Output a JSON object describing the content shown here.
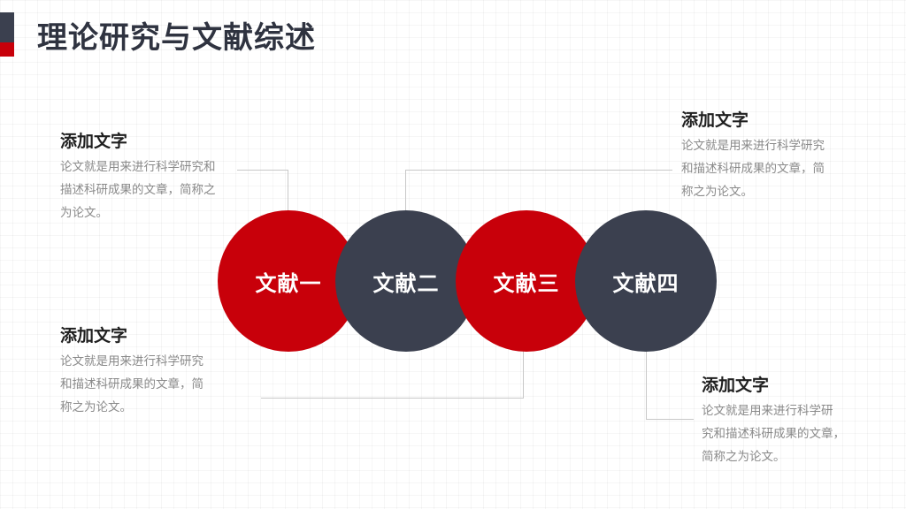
{
  "slide": {
    "title": "理论研究与文献综述"
  },
  "circles": [
    {
      "label": "文献一",
      "color": "#c8000a"
    },
    {
      "label": "文献二",
      "color": "#3b404f"
    },
    {
      "label": "文献三",
      "color": "#c8000a"
    },
    {
      "label": "文献四",
      "color": "#3b404f"
    }
  ],
  "text_blocks": [
    {
      "heading": "添加文字",
      "body": "论文就是用来进行科学研究和\n描述科研成果的文章，简称之\n为论文。"
    },
    {
      "heading": "添加文字",
      "body": "论文就是用来进行科学研究\n和描述科研成果的文章，简\n称之为论文。"
    },
    {
      "heading": "添加文字",
      "body": "论文就是用来进行科学研究\n和描述科研成果的文章，简\n称之为论文。"
    },
    {
      "heading": "添加文字",
      "body": "论文就是用来进行科学研\n究和描述科研成果的文章，\n简称之为论文。"
    }
  ],
  "colors": {
    "accent_red": "#c8000a",
    "dark_gray": "#3b404f",
    "connector": "#c8c8c8"
  }
}
